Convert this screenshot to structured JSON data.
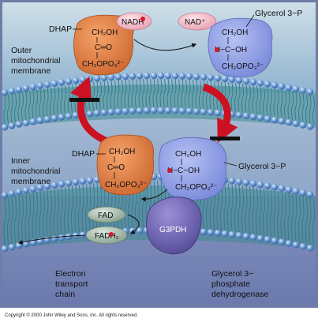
{
  "colors": {
    "sky_top": "#b9ccd9",
    "sky_bottom": "#8fb3cf",
    "lower_bg": "#6f7fb1",
    "membrane_head": "#5f8fcf",
    "membrane_tail": "#2e7a8c",
    "dhap_blob": "#e1783f",
    "g3p_blob": "#8c9be6",
    "nad_blob": "#f2b8c4",
    "g3pdh_blob": "#6b5fb0",
    "fad_blob": "#9fb7a9",
    "red_arrow": "#cc1122"
  },
  "labels": {
    "outer_membrane": [
      "Outer",
      "mitochondrial",
      "membrane"
    ],
    "inner_membrane": [
      "Inner",
      "mitochondrial",
      "membrane"
    ],
    "electron_transport": [
      "Electron",
      "transport",
      "chain"
    ],
    "g3pdh_name": [
      "Glycerol 3−",
      "phosphate",
      "dehydrogenase"
    ],
    "copyright": "Copyright © 2000 John Wiley and Sons, Inc. All rights reserved."
  },
  "top": {
    "dhap_label": "DHAP",
    "g3p_label": "Glycerol 3−P",
    "nadh": "NADH",
    "nad_plus": "NAD⁺",
    "dhap_lines": [
      "CH₂OH",
      "C═O",
      "CH₂OPO₃²⁻"
    ],
    "g3p_lines": [
      "CH₂OH",
      "H−C−OH",
      "CH₂OPO₃²⁻"
    ]
  },
  "bottom": {
    "dhap_label": "DHAP",
    "g3p_label": "Glycerol 3−P",
    "dhap_lines": [
      "CH₂OH",
      "C═O",
      "CH₂OPO₃²⁻"
    ],
    "g3p_lines": [
      "CH₂OH",
      "H−C−OH",
      "CH₂OPO₃²⁻"
    ],
    "fad": "FAD",
    "fadh2": "FADH₂",
    "g3pdh": "G3PDH"
  }
}
